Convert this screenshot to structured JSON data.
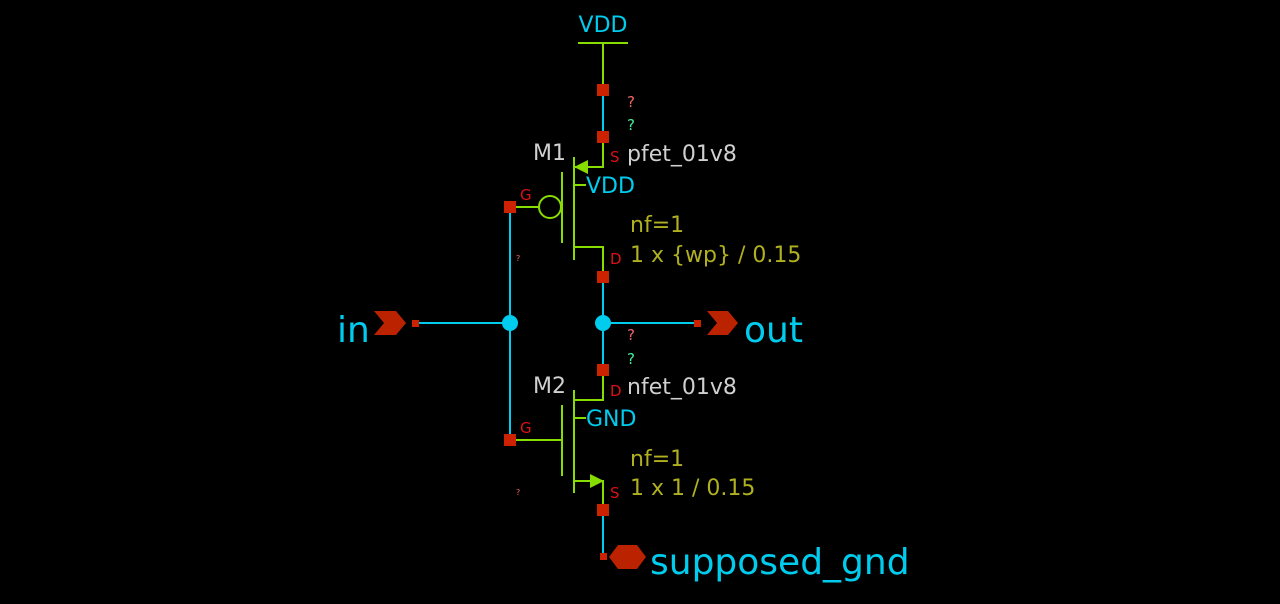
{
  "nets": {
    "vdd": "VDD",
    "in": "in",
    "out": "out",
    "gnd": "supposed_gnd"
  },
  "m1": {
    "name": "M1",
    "model": "pfet_01v8",
    "body": "VDD",
    "nf": "nf=1",
    "size": "1 x {wp} / 0.15",
    "pin_s": "S",
    "pin_g": "G",
    "pin_d": "D"
  },
  "m2": {
    "name": "M2",
    "model": "nfet_01v8",
    "body": "GND",
    "nf": "nf=1",
    "size": "1 x 1 / 0.15",
    "pin_d": "D",
    "pin_g": "G",
    "pin_s": "S"
  },
  "marks": {
    "q": "?",
    "q_small": "?"
  },
  "colors": {
    "background": "#000000",
    "wire": "#00ccee",
    "symbol": "#88dd00",
    "pin_box": "#cc2200",
    "net_label": "#00ccee",
    "param": "#b0b020"
  }
}
